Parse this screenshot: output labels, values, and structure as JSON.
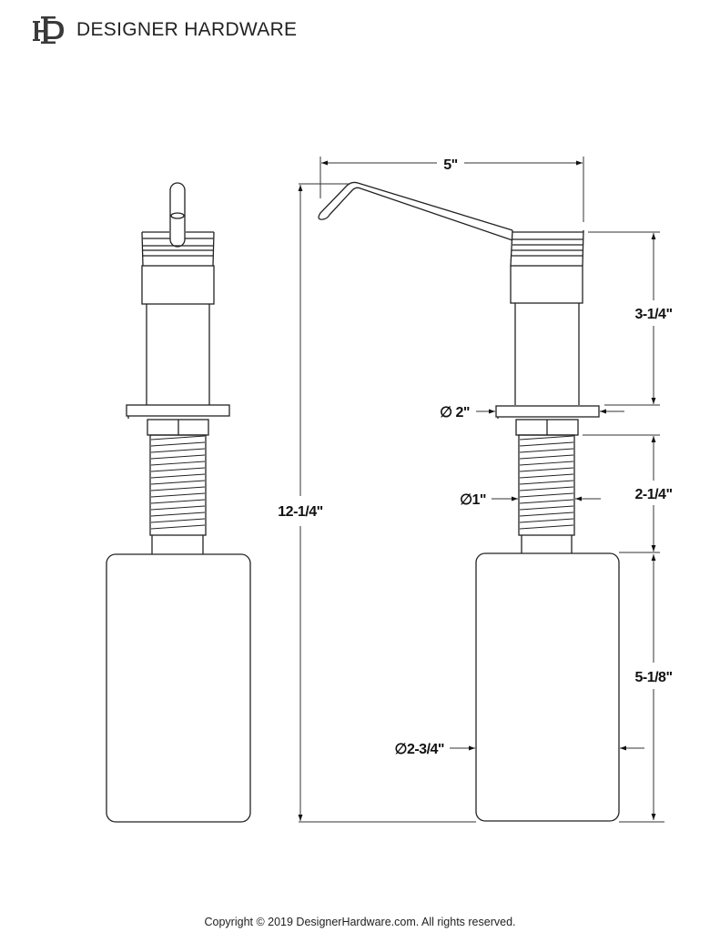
{
  "header": {
    "logo_icon": "dh-monogram-icon",
    "brand": "DESIGNER HARDWARE"
  },
  "drawing": {
    "title": "Soap dispenser dimensional drawing",
    "views": [
      "front-view",
      "side-view"
    ],
    "dimensions": {
      "spout_reach": "5\"",
      "overall_height": "12-1/4\"",
      "head_height": "3-1/4\"",
      "flange_diameter": "∅ 2\"",
      "shank_diameter": "∅1\"",
      "shank_length": "2-1/4\"",
      "bottle_height": "5-1/8\"",
      "bottle_diameter": "∅2-3/4\""
    }
  },
  "footer": {
    "copyright": "Copyright © 2019 DesignerHardware.com. All rights reserved."
  }
}
